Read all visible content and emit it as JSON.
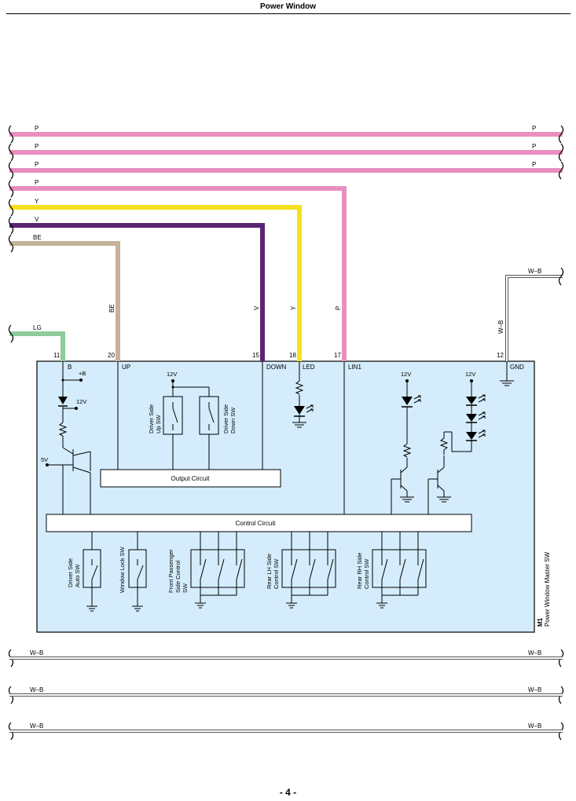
{
  "header": {
    "title": "Power Window"
  },
  "footer": {
    "page_number": "- 4 -"
  },
  "colors": {
    "pink": "#e98fbf",
    "yellow": "#f5e11f",
    "violet": "#5b2473",
    "beige": "#c4b29a",
    "light_green": "#8fcb9b",
    "component_fill": "#d4ecfb",
    "white_black": "#555555"
  },
  "wires": {
    "p1": {
      "left": "P",
      "right": "P"
    },
    "p2": {
      "left": "P",
      "right": "P"
    },
    "p3": {
      "left": "P",
      "right": "P"
    },
    "p4": {
      "left": "P",
      "drop": "P"
    },
    "y": {
      "left": "Y",
      "drop": "Y"
    },
    "v": {
      "left": "V",
      "drop": "V"
    },
    "be": {
      "left": "BE",
      "drop": "BE"
    },
    "lg": {
      "left": "LG"
    },
    "wb_gnd": {
      "right": "W–B",
      "drop": "W–B"
    },
    "wb_bottom": [
      {
        "left": "W–B",
        "right": "W–B"
      },
      {
        "left": "W–B",
        "right": "W–B"
      },
      {
        "left": "W–B",
        "right": "W–B"
      }
    ]
  },
  "component": {
    "code": "M1",
    "name": "Power Window Master SW",
    "pins": [
      {
        "num": "11",
        "label": "B"
      },
      {
        "num": "20",
        "label": "UP"
      },
      {
        "num": "15",
        "label": "DOWN"
      },
      {
        "num": "18",
        "label": "LED"
      },
      {
        "num": "17",
        "label": "LIN1"
      },
      {
        "num": "12",
        "label": "GND"
      }
    ],
    "plus_b": "+B",
    "v12": "12V",
    "v5": "5V",
    "output_circuit": "Output Circuit",
    "control_circuit": "Control Circuit",
    "driver_up_sw": [
      "Driver Side",
      "Up SW"
    ],
    "driver_down_sw": [
      "Driver Side",
      "Down SW"
    ],
    "switches": [
      [
        "Driver Side",
        "Auto SW"
      ],
      [
        "Window Lock SW"
      ],
      [
        "Front Passenger",
        "Side Control",
        "SW"
      ],
      [
        "Rear LH Side",
        "Control SW"
      ],
      [
        "Rear RH Side",
        "Control SW"
      ]
    ]
  }
}
